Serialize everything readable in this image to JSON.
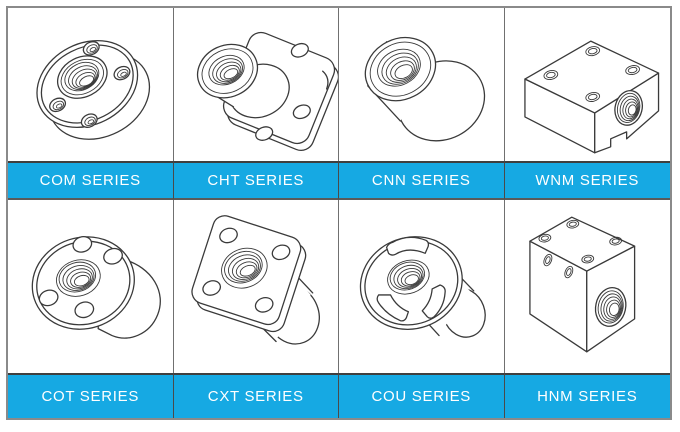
{
  "colors": {
    "accent": "#16a9e3",
    "line": "#3a3a3a",
    "grid_outer_border": "#8a8a8a",
    "grid_inner_border": "#707070",
    "label_text": "#ffffff"
  },
  "grid": {
    "rows": 2,
    "cols": 4
  },
  "cells": [
    {
      "label": "COM SERIES",
      "drawing": "round-flange-nut-threaded-holes"
    },
    {
      "label": "CHT SERIES",
      "drawing": "compact-flange-nut-with-boss"
    },
    {
      "label": "CNN SERIES",
      "drawing": "plain-cylindrical-nut"
    },
    {
      "label": "WNM SERIES",
      "drawing": "wide-block-nut"
    },
    {
      "label": "COT SERIES",
      "drawing": "round-flange-nut-plain-holes"
    },
    {
      "label": "CXT SERIES",
      "drawing": "square-flange-nut"
    },
    {
      "label": "COU SERIES",
      "drawing": "slotted-flange-nut"
    },
    {
      "label": "HNM SERIES",
      "drawing": "tall-block-nut"
    }
  ]
}
